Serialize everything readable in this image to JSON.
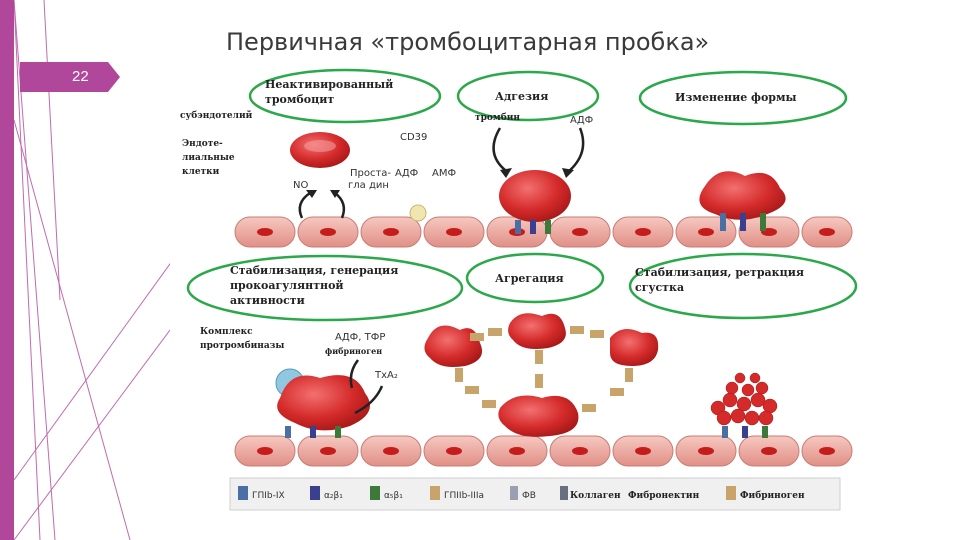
{
  "slide": {
    "number": "22",
    "title": "Первичная «тромбоцитарная пробка»"
  },
  "stages": {
    "inactive": "Неактивированный тромбоцит",
    "adhesion": "Адгезия",
    "shape": "Изменение формы",
    "stabilization": "Стабилизация, генерация прокоагулянтной активности",
    "aggregation": "Агрегация",
    "retraction": "Стабилизация, ретракция сгустка"
  },
  "labels": {
    "subendothelium": "субэндотелий",
    "endothelial_cells": "Эндоте- лиальные клетки",
    "cd39": "CD39",
    "no": "NO",
    "prostacyclin": "Проста- гла дин",
    "adp": "АДФ",
    "amp": "АМФ",
    "thrombin": "тромбин",
    "adp2": "АДФ",
    "prothrombinase": "Комплекс протромбиназы",
    "adp_tfr": "АДФ, ТФР",
    "fibrinogen": "фибриноген",
    "txa2": "TxA₂"
  },
  "legend": [
    {
      "name": "ГПIb-IX",
      "color": "#4a6fa5"
    },
    {
      "name": "α₂β₁",
      "color": "#3a3f8f"
    },
    {
      "name": "α₅β₁",
      "color": "#3d7a3a"
    },
    {
      "name": "ГПIIb-IIIa",
      "color": "#c9a46a"
    },
    {
      "name": "ФВ",
      "color": "#9aa0b0"
    },
    {
      "name": "Коллаген",
      "color": "#6a6f80"
    },
    {
      "name": "Фибронектин",
      "color": "#555"
    },
    {
      "name": "Фибриноген",
      "color": "#c9a46a"
    }
  ],
  "colors": {
    "accent": "#b0479b",
    "circle": "#2aa84a",
    "platelet": "#d42a2a",
    "cell": "#f0b0a8"
  }
}
